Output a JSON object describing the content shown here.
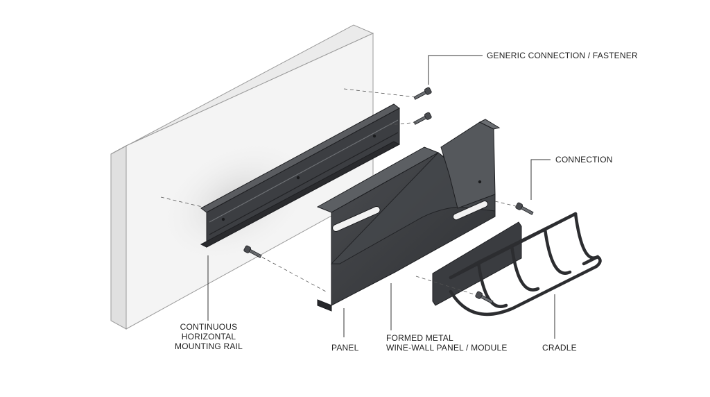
{
  "labels": {
    "fastener": "GENERIC CONNECTION / FASTENER",
    "connection": "CONNECTION",
    "rail": [
      "CONTINUOUS",
      "HORIZONTAL",
      "MOUNTING RAIL"
    ],
    "panel": "PANEL",
    "module": [
      "FORMED METAL",
      "WINE-WALL PANEL / MODULE"
    ],
    "cradle": "CRADLE"
  },
  "colors": {
    "metal": "#3d3f42",
    "metal_dark": "#232427",
    "metal_light": "#6b6e72",
    "wall_face": "#f4f4f4",
    "wall_side": "#e2e2e2",
    "leader": "#333333",
    "text": "#222222"
  }
}
